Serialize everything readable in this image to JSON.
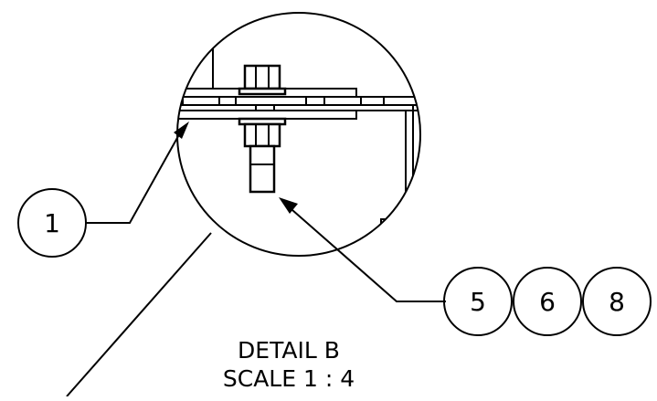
{
  "drawing": {
    "detail_label": "DETAIL B",
    "scale_label": "SCALE 1 : 4"
  },
  "balloons": [
    {
      "id": "balloon-1",
      "label": "1"
    },
    {
      "id": "balloon-5",
      "label": "5"
    },
    {
      "id": "balloon-6",
      "label": "6"
    },
    {
      "id": "balloon-8",
      "label": "8"
    }
  ]
}
